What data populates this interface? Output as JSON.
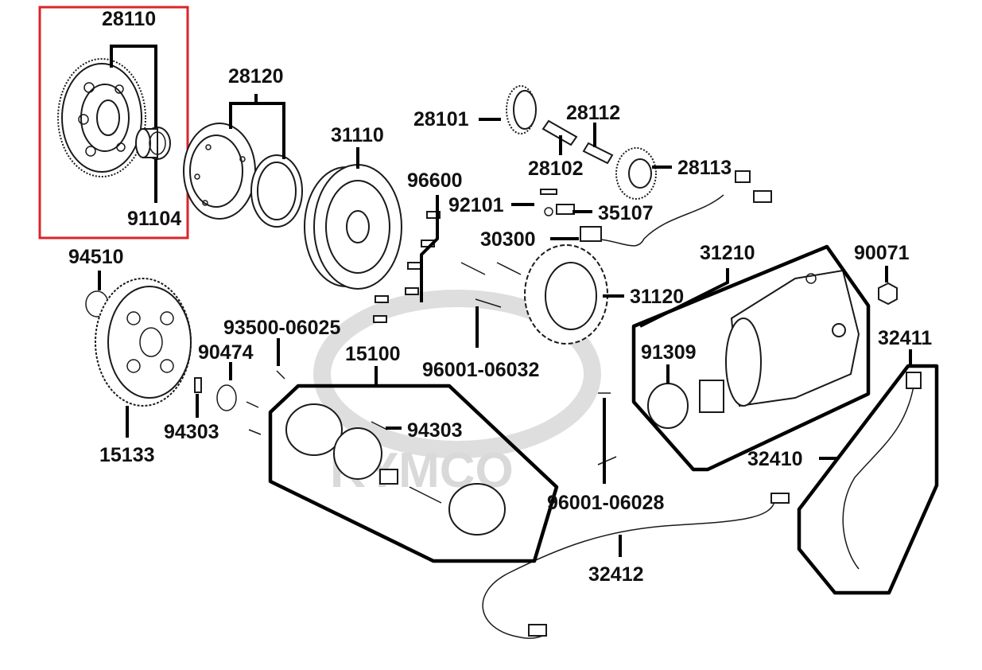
{
  "watermark": {
    "brand": "KYMCO"
  },
  "highlight_color": "#d9252b",
  "labels": {
    "p28110": "28110",
    "p91104": "91104",
    "p28120": "28120",
    "p31110": "31110",
    "p28101": "28101",
    "p28112": "28112",
    "p28102": "28102",
    "p28113": "28113",
    "p96600": "96600",
    "p92101": "92101",
    "p35107": "35107",
    "p30300": "30300",
    "p31120": "31120",
    "p31210": "31210",
    "p90071": "90071",
    "p94510": "94510",
    "p93500": "93500-06025",
    "p90474": "90474",
    "p15100": "15100",
    "p96001a": "96001-06032",
    "p91309": "91309",
    "p32411": "32411",
    "p94303a": "94303",
    "p94303b": "94303",
    "p15133": "15133",
    "p32410": "32410",
    "p96001b": "96001-06028",
    "p32412": "32412"
  }
}
